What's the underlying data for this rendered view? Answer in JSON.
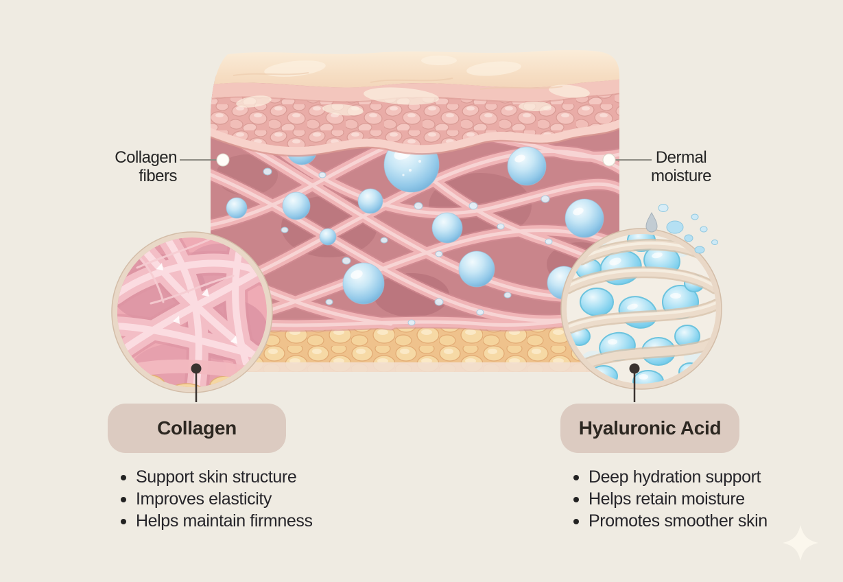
{
  "page": {
    "background_color": "#efebe2"
  },
  "callouts": {
    "left": {
      "line1": "Collagen",
      "line2": "fibers"
    },
    "right": {
      "line1": "Dermal",
      "line2": "moisture"
    }
  },
  "cards": {
    "collagen": {
      "title": "Collagen",
      "bullets": [
        "Support skin structure",
        "Improves elasticity",
        "Helps maintain firmness"
      ]
    },
    "hyaluronic": {
      "title": "Hyaluronic Acid",
      "bullets": [
        "Deep hydration support",
        "Helps retain moisture",
        "Promotes smoother skin"
      ]
    }
  },
  "illustration": {
    "colors": {
      "epidermis": "#f6ddc2",
      "cell_layer": "#f0bdb6",
      "dermis": "#c9858b",
      "collagen_fiber": "#f0b5b7",
      "moisture_orb": "#8fc8ea",
      "subcutaneous_fat": "#efc28c",
      "zoom_ring": "#e9d8c7",
      "hyaluronic_blob": "#62c4e8",
      "pill_background": "#dccbc1",
      "text": "#242424"
    }
  }
}
